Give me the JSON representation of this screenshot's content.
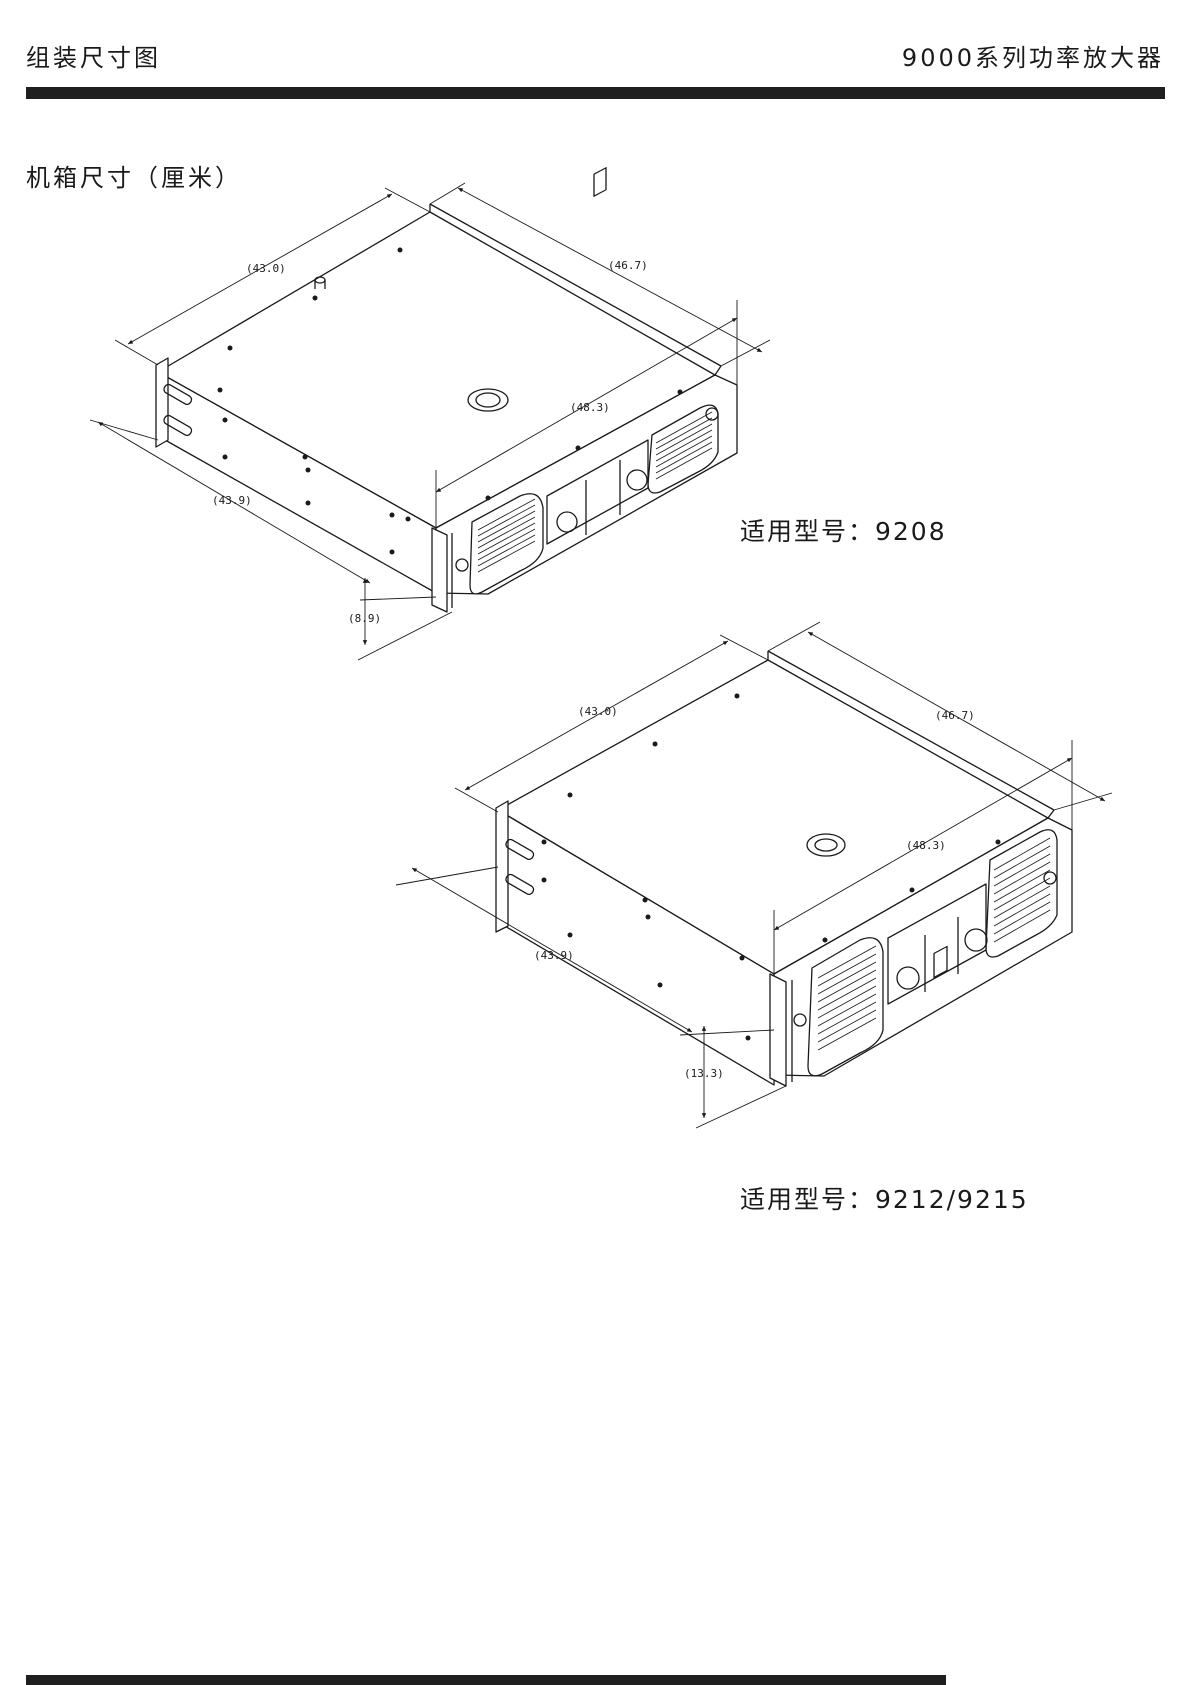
{
  "header": {
    "left_title": "组装尺寸图",
    "right_title": "9000系列功率放大器"
  },
  "section": {
    "title": "机箱尺寸（厘米）"
  },
  "units": [
    {
      "model_label": "适用型号：9208",
      "dims": {
        "top_depth": "(43.0)",
        "top_width": "(46.7)",
        "front_width": "(48.3)",
        "side_depth": "(43.9)",
        "height": "(8.9)"
      }
    },
    {
      "model_label": "适用型号：9212/9215",
      "dims": {
        "top_depth": "(43.0)",
        "top_width": "(46.7)",
        "front_width": "(48.3)",
        "side_depth": "(43.9)",
        "height": "(13.3)"
      }
    }
  ],
  "colors": {
    "line": "#1a1a1a",
    "rule": "#1f1f1f",
    "background": "#ffffff"
  }
}
